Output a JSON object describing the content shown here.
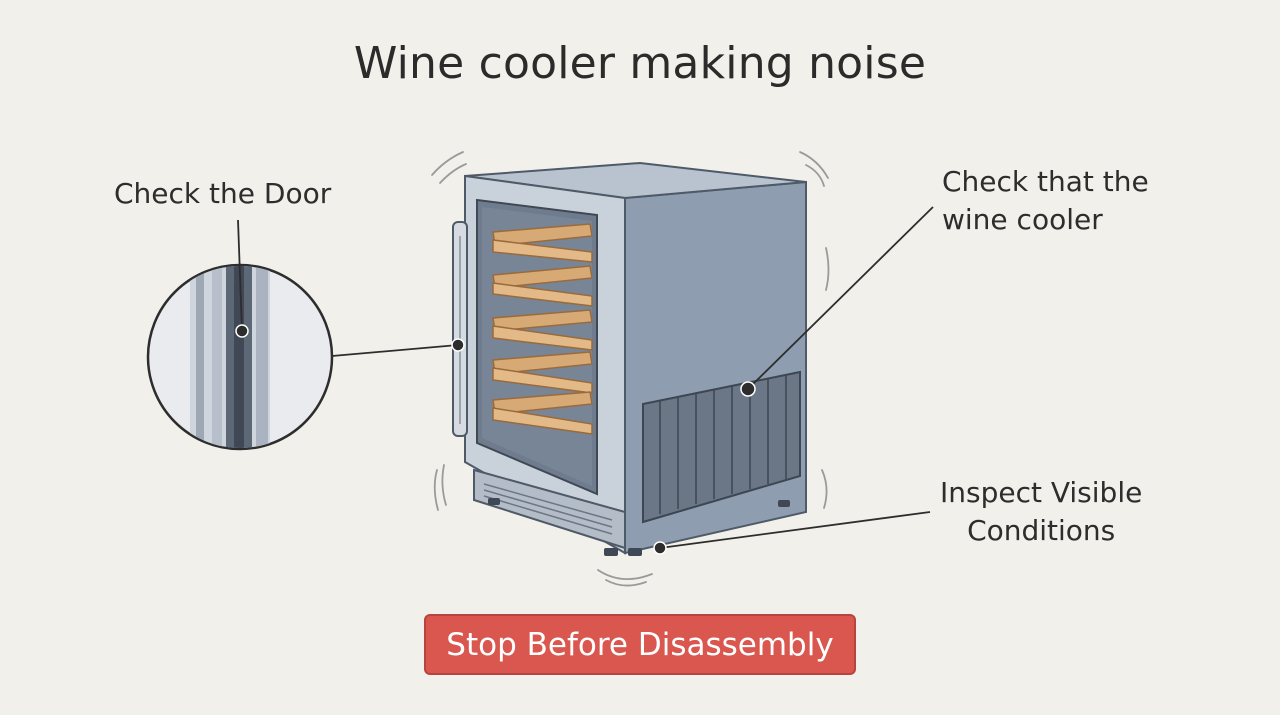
{
  "diagram": {
    "title": "Wine cooler making noise",
    "labels": {
      "door": "Check the Door",
      "cooler_line1": "Check that the",
      "cooler_line2": "wine cooler",
      "inspect_line1": "Inspect Visible",
      "inspect_line2": "Conditions"
    },
    "action_button": "Stop Before Disassembly",
    "colors": {
      "background": "#f1f0ea",
      "cabinet": "#8f9db0",
      "shelf_wood": "#d7a974",
      "button": "#d9574f"
    }
  }
}
